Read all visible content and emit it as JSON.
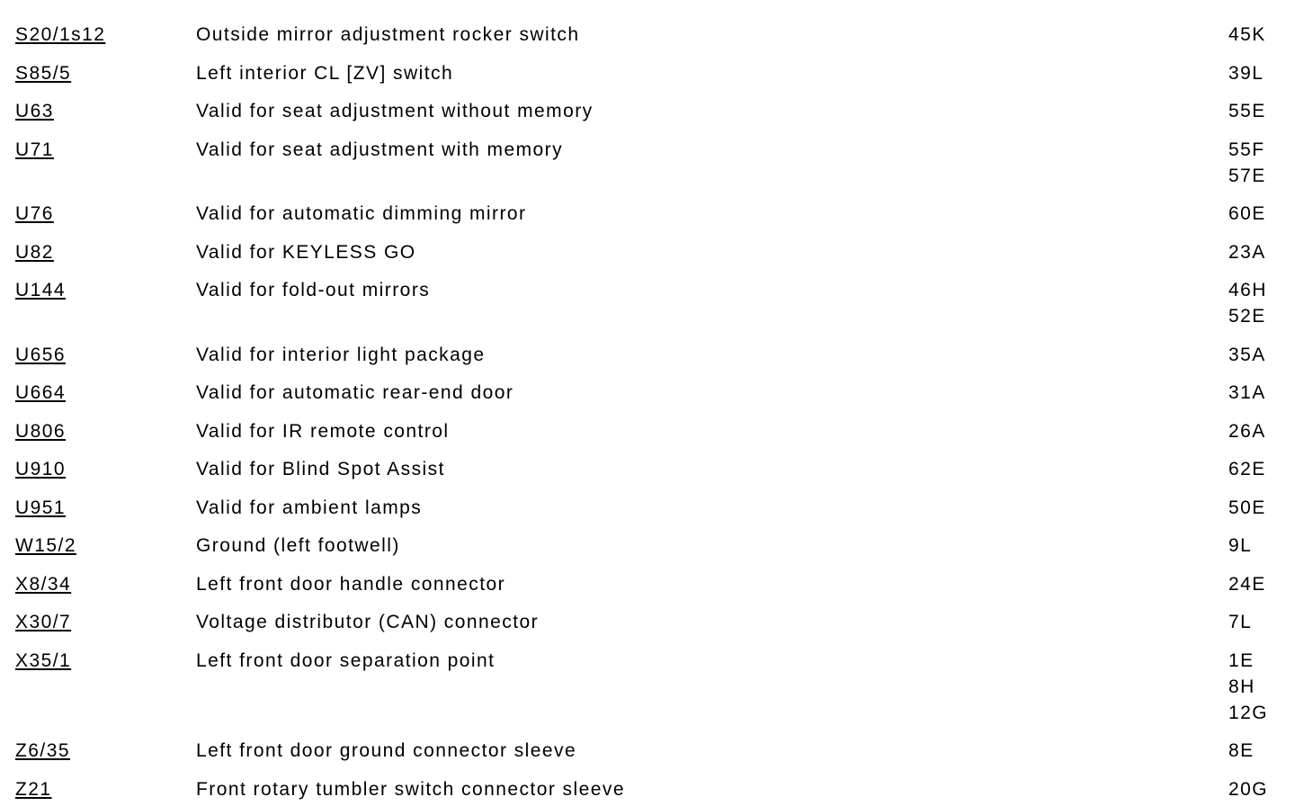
{
  "colors": {
    "text": "#000000",
    "background": "#ffffff"
  },
  "table": {
    "rows": [
      {
        "code": "S20/1s12",
        "description": "Outside mirror adjustment rocker switch",
        "locations": [
          "45K"
        ]
      },
      {
        "code": "S85/5",
        "description": "Left interior CL [ZV] switch",
        "locations": [
          "39L"
        ]
      },
      {
        "code": "U63",
        "description": "Valid for seat adjustment without memory",
        "locations": [
          "55E"
        ]
      },
      {
        "code": "U71",
        "description": "Valid for seat adjustment with memory",
        "locations": [
          "55F",
          "57E"
        ]
      },
      {
        "code": "U76",
        "description": "Valid for automatic dimming mirror",
        "locations": [
          "60E"
        ]
      },
      {
        "code": "U82",
        "description": "Valid for KEYLESS GO",
        "locations": [
          "23A"
        ]
      },
      {
        "code": "U144",
        "description": "Valid for fold-out mirrors",
        "locations": [
          "46H",
          "52E"
        ]
      },
      {
        "code": "U656",
        "description": "Valid for interior light package",
        "locations": [
          "35A"
        ]
      },
      {
        "code": "U664",
        "description": "Valid for automatic rear-end door",
        "locations": [
          "31A"
        ]
      },
      {
        "code": "U806",
        "description": "Valid for IR remote control",
        "locations": [
          "26A"
        ]
      },
      {
        "code": "U910",
        "description": "Valid for Blind Spot Assist",
        "locations": [
          "62E"
        ]
      },
      {
        "code": "U951",
        "description": "Valid for ambient lamps",
        "locations": [
          "50E"
        ]
      },
      {
        "code": "W15/2",
        "description": "Ground (left footwell)",
        "locations": [
          "9L"
        ]
      },
      {
        "code": "X8/34",
        "description": "Left front door handle connector",
        "locations": [
          "24E"
        ]
      },
      {
        "code": "X30/7",
        "description": "Voltage distributor (CAN) connector",
        "locations": [
          "7L"
        ]
      },
      {
        "code": "X35/1",
        "description": "Left front door separation point",
        "locations": [
          "1E",
          "8H",
          "12G"
        ]
      },
      {
        "code": "Z6/35",
        "description": "Left front door ground connector sleeve",
        "locations": [
          "8E"
        ]
      },
      {
        "code": "Z21",
        "description": "Front rotary tumbler switch connector sleeve",
        "locations": [
          "20G"
        ]
      }
    ]
  }
}
